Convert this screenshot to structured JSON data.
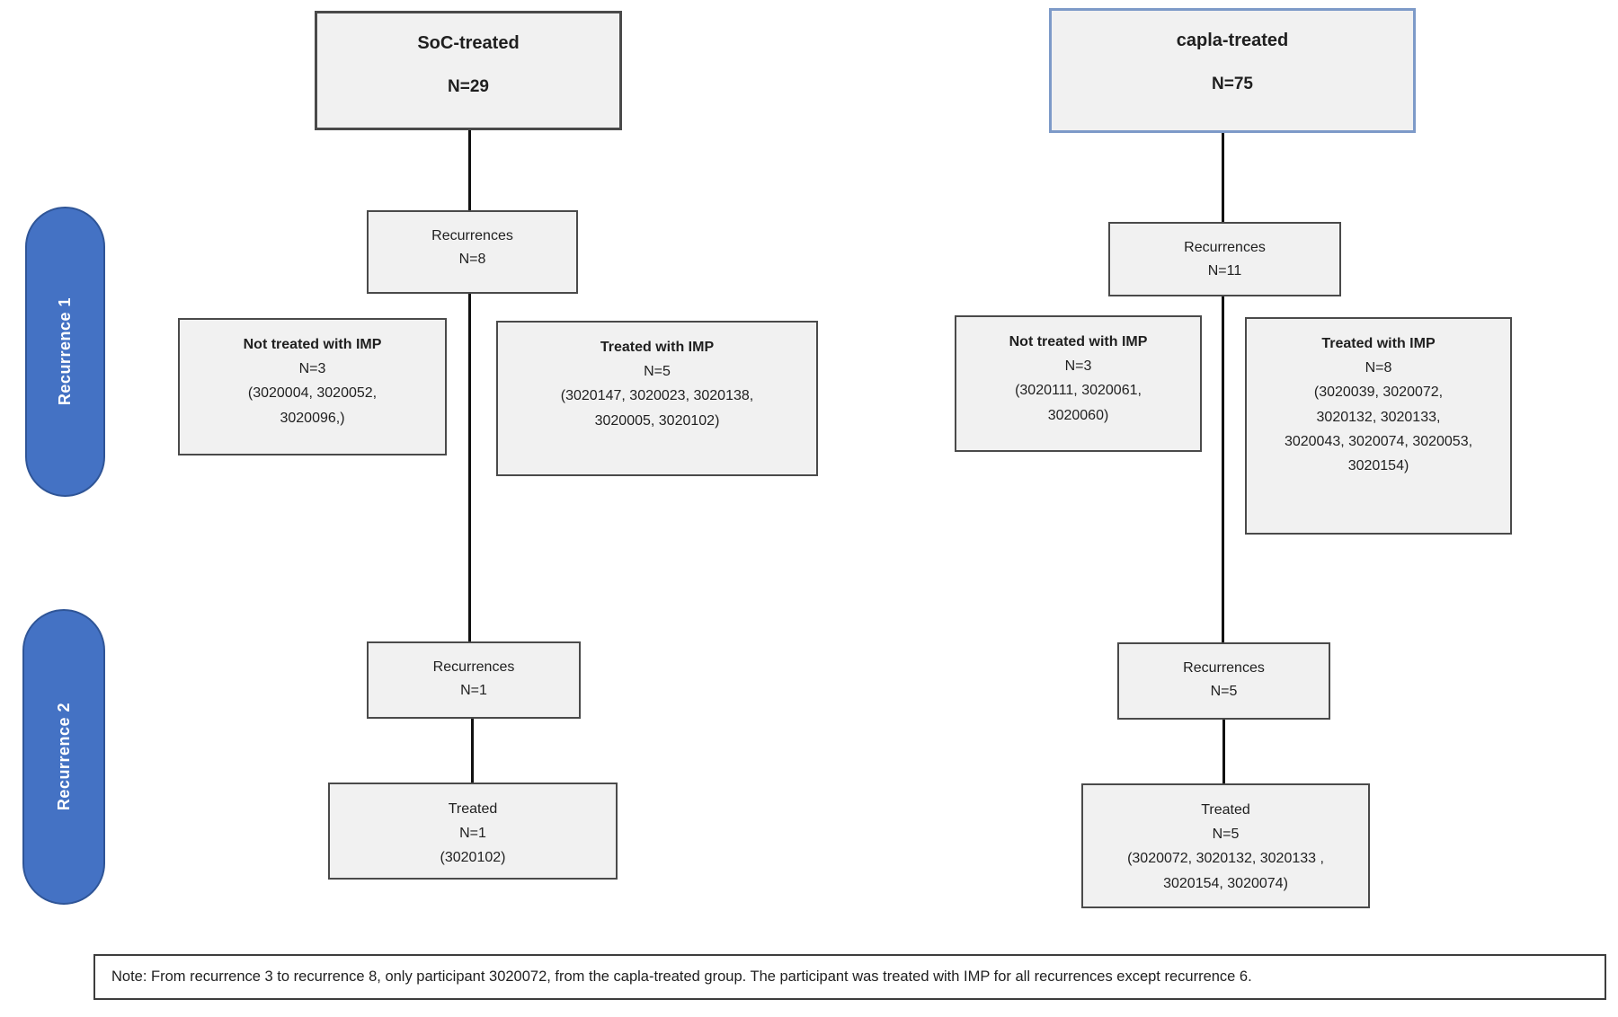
{
  "palette": {
    "box_fill": "#f1f1f1",
    "box_border": "#4a4a4a",
    "capla_root_border": "#7d9ac8",
    "pill_fill": "#4472c4",
    "pill_border": "#2f5597",
    "pill_text": "#ffffff",
    "connector_line": "#111111",
    "text_color": "#1f1f1f"
  },
  "side_labels": {
    "rec1": "Recurrence 1",
    "rec2": "Recurrence 2"
  },
  "columns": {
    "soc": {
      "root_title": "SoC-treated",
      "root_n": "N=29",
      "rec1_title": "Recurrences",
      "rec1_n": "N=8",
      "not_imp_title": "Not treated with IMP",
      "not_imp_n": "N=3",
      "not_imp_ids": "(3020004, 3020052,\n3020096,)",
      "imp_title": "Treated with IMP",
      "imp_n": "N=5",
      "imp_ids": "(3020147, 3020023, 3020138,\n3020005, 3020102)",
      "rec2_title": "Recurrences",
      "rec2_n": "N=1",
      "treated_title": "Treated",
      "treated_n": "N=1",
      "treated_ids": "(3020102)"
    },
    "capla": {
      "root_title": "capla-treated",
      "root_n": "N=75",
      "rec1_title": "Recurrences",
      "rec1_n": "N=11",
      "not_imp_title": "Not treated with IMP",
      "not_imp_n": "N=3",
      "not_imp_ids": "(3020111, 3020061,\n3020060)",
      "imp_title": "Treated with IMP",
      "imp_n": "N=8",
      "imp_ids": "(3020039, 3020072,\n3020132, 3020133,\n3020043, 3020074, 3020053,\n3020154)",
      "rec2_title": "Recurrences",
      "rec2_n": "N=5",
      "treated_title": "Treated",
      "treated_n": "N=5",
      "treated_ids": "(3020072, 3020132, 3020133 ,\n3020154, 3020074)"
    }
  },
  "note": "Note: From recurrence 3 to recurrence 8, only participant 3020072, from the capla-treated group. The participant was treated with IMP for all recurrences except recurrence 6."
}
